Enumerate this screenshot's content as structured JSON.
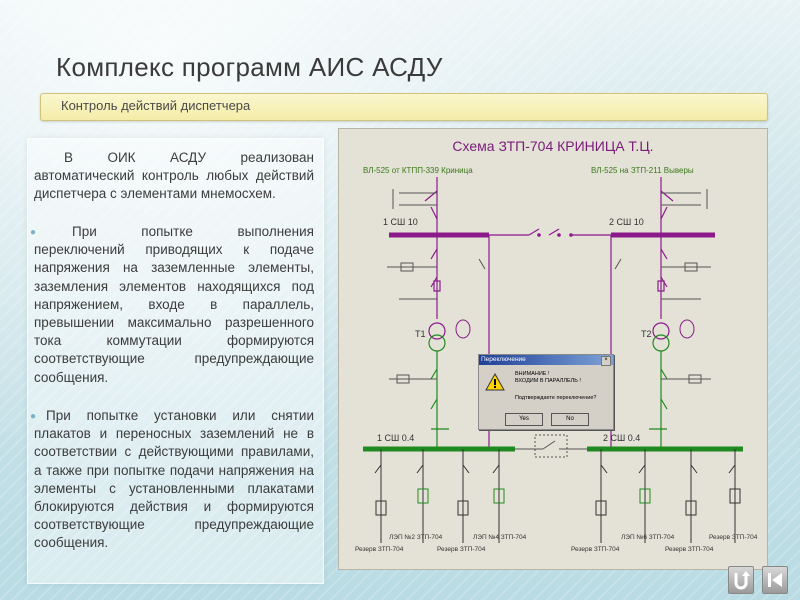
{
  "title": "Комплекс программ АИС АСДУ",
  "subtitle": "Контроль действий диспетчера",
  "text": {
    "p1": "В ОИК АСДУ реализован автоматический контроль любых действий диспетчера с элементами мнемосхем.",
    "p2": "При попытке выполнения переключений приводящих к подаче напряжения на заземленные элементы, заземления элементов находящихся под напряжением, входе в параллель, превышении максимально разрешенного тока коммутации формируются соответствующие предупреждающие сообщения.",
    "p3": "При попытке установки или снятии плакатов и переносных заземлений не в соответствии с действующими правилами, а также при попытке подачи напряжения на элементы с установленными плакатами блокируются действия и формируются соответствующие предупреждающие сообщения."
  },
  "diagram": {
    "title": "Схема ЗТП-704 КРИНИЦА Т.Ц.",
    "line_left": "ВЛ-525 от КТПП-339 Криница",
    "line_right": "ВЛ-525 на ЗТП-211 Выверы",
    "bus_1_10": "1 СШ 10",
    "bus_2_10": "2 СШ 10",
    "t1": "Т1",
    "t2": "Т2",
    "bus_1_04": "1 СШ 0.4",
    "bus_2_04": "2 СШ 0.4",
    "feeders": [
      "Резерв ЗТП-704",
      "ЛЭП №2 ЗТП-704",
      "Резерв ЗТП-704",
      "ЛЭП №4 ЗТП-704",
      "Резерв ЗТП-704",
      "ЛЭП №6 ЗТП-704",
      "Резерв ЗТП-704",
      "Резерв ЗТП-704"
    ],
    "colors": {
      "bus10": "#8b1a8b",
      "bus04": "#1f8a1f",
      "title": "#7a1c7a",
      "line_label": "#3a7a1a"
    }
  },
  "dialog": {
    "title": "Переключение",
    "line1": "ВНИМАНИЕ !",
    "line2": "ВХОДИМ В ПАРАЛЛЕЛЬ !",
    "question": "Подтверждаете переключение?",
    "yes": "Yes",
    "no": "No"
  },
  "nav": {
    "return_icon": "return-icon",
    "back_icon": "back-to-start-icon"
  }
}
